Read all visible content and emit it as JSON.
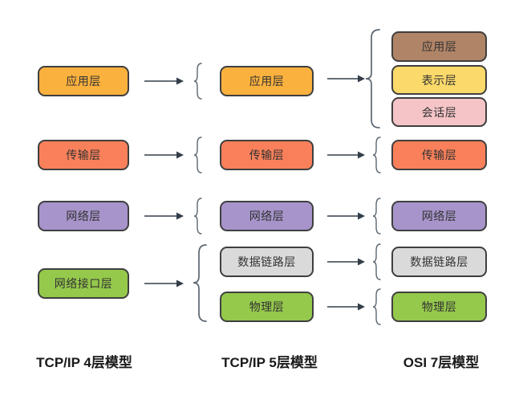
{
  "diagram": {
    "background": "#ffffff",
    "colors": {
      "box_border": "#3F3F3F",
      "box_text": "#333333",
      "arrow": "#333E48",
      "brace": "#5B6670",
      "title_text": "#1A1A1A"
    },
    "columns": [
      {
        "title": "TCP/IP 4层模型",
        "boxes": [
          {
            "label": "应用层",
            "color": "#FBB13D"
          },
          {
            "label": "传输层",
            "color": "#F9805A"
          },
          {
            "label": "网络层",
            "color": "#A794CB"
          },
          {
            "label": "网络接口层",
            "color": "#95C94C"
          }
        ]
      },
      {
        "title": "TCP/IP 5层模型",
        "boxes": [
          {
            "label": "应用层",
            "color": "#FBB13D"
          },
          {
            "label": "传输层",
            "color": "#F9805A"
          },
          {
            "label": "网络层",
            "color": "#A794CB"
          },
          {
            "label": "数据链路层",
            "color": "#DADADA"
          },
          {
            "label": "物理层",
            "color": "#95C94C"
          }
        ]
      },
      {
        "title": "OSI 7层模型",
        "boxes": [
          {
            "label": "应用层",
            "color": "#B08466"
          },
          {
            "label": "表示层",
            "color": "#FBD96A"
          },
          {
            "label": "会话层",
            "color": "#F5C4C7"
          },
          {
            "label": "传输层",
            "color": "#F9805A"
          },
          {
            "label": "网络层",
            "color": "#A794CB"
          },
          {
            "label": "数据链路层",
            "color": "#DADADA"
          },
          {
            "label": "物理层",
            "color": "#95C94C"
          }
        ]
      }
    ]
  }
}
